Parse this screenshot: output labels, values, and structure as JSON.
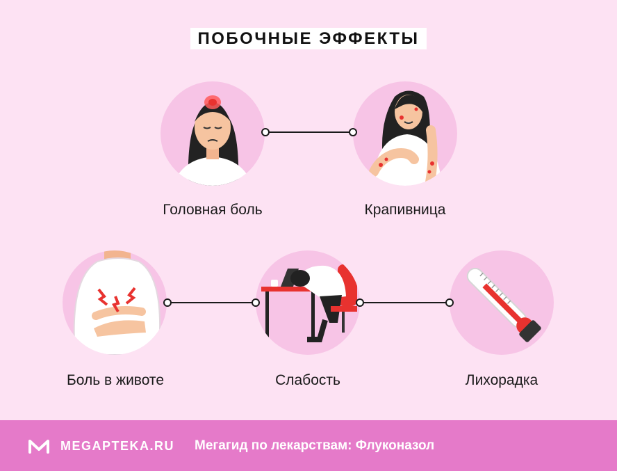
{
  "title": "ПОБОЧНЫЕ ЭФФЕКТЫ",
  "effects": [
    {
      "label": "Головная боль",
      "illustration": "headache-woman-icon"
    },
    {
      "label": "Крапивница",
      "illustration": "hives-woman-icon"
    },
    {
      "label": "Боль в животе",
      "illustration": "stomach-pain-icon"
    },
    {
      "label": "Слабость",
      "illustration": "weakness-desk-icon"
    },
    {
      "label": "Лихорадка",
      "illustration": "thermometer-icon"
    }
  ],
  "footer": {
    "brand": "MEGAPTEKA.RU",
    "text": "Мегагид по лекарствам: Флуконазол"
  },
  "colors": {
    "background": "#fde2f3",
    "circle": "#f7c4e6",
    "footer": "#e57ac9",
    "accent_red": "#e8322f"
  }
}
